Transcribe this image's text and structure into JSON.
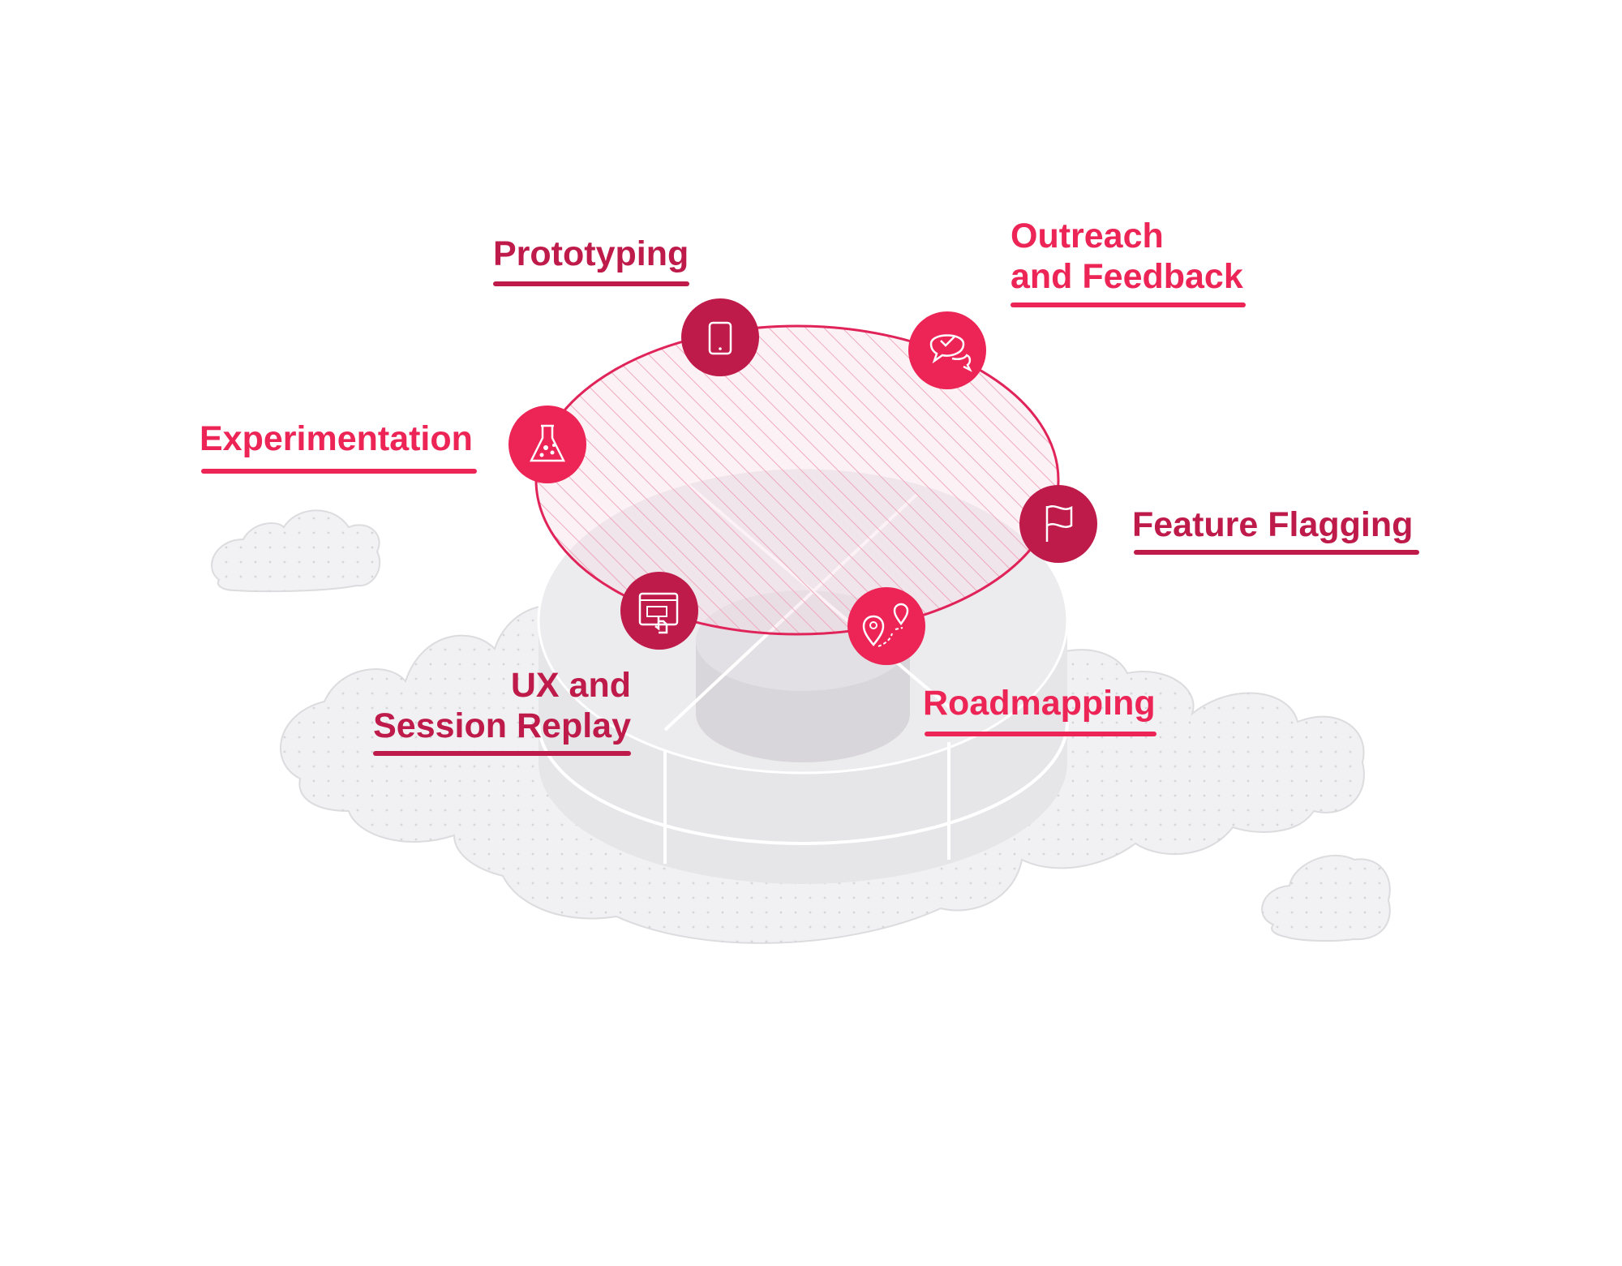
{
  "features": {
    "prototyping": {
      "label": "Prototyping",
      "icon": "tablet-icon"
    },
    "outreach": {
      "line1": "Outreach",
      "line2": "and Feedback",
      "icon": "chat-bubbles-icon"
    },
    "experimentation": {
      "label": "Experimentation",
      "icon": "flask-icon"
    },
    "feature_flagging": {
      "label": "Feature Flagging",
      "icon": "flag-icon"
    },
    "ux": {
      "line1": "UX and",
      "line2": "Session Replay",
      "icon": "touch-screen-icon"
    },
    "roadmapping": {
      "label": "Roadmapping",
      "icon": "map-pins-icon"
    }
  },
  "colors": {
    "accent_dark": "#be1a4a",
    "accent_pink": "#ec2556",
    "cloud": "#f2f2f3",
    "cylinder": "#e8e7e9"
  }
}
